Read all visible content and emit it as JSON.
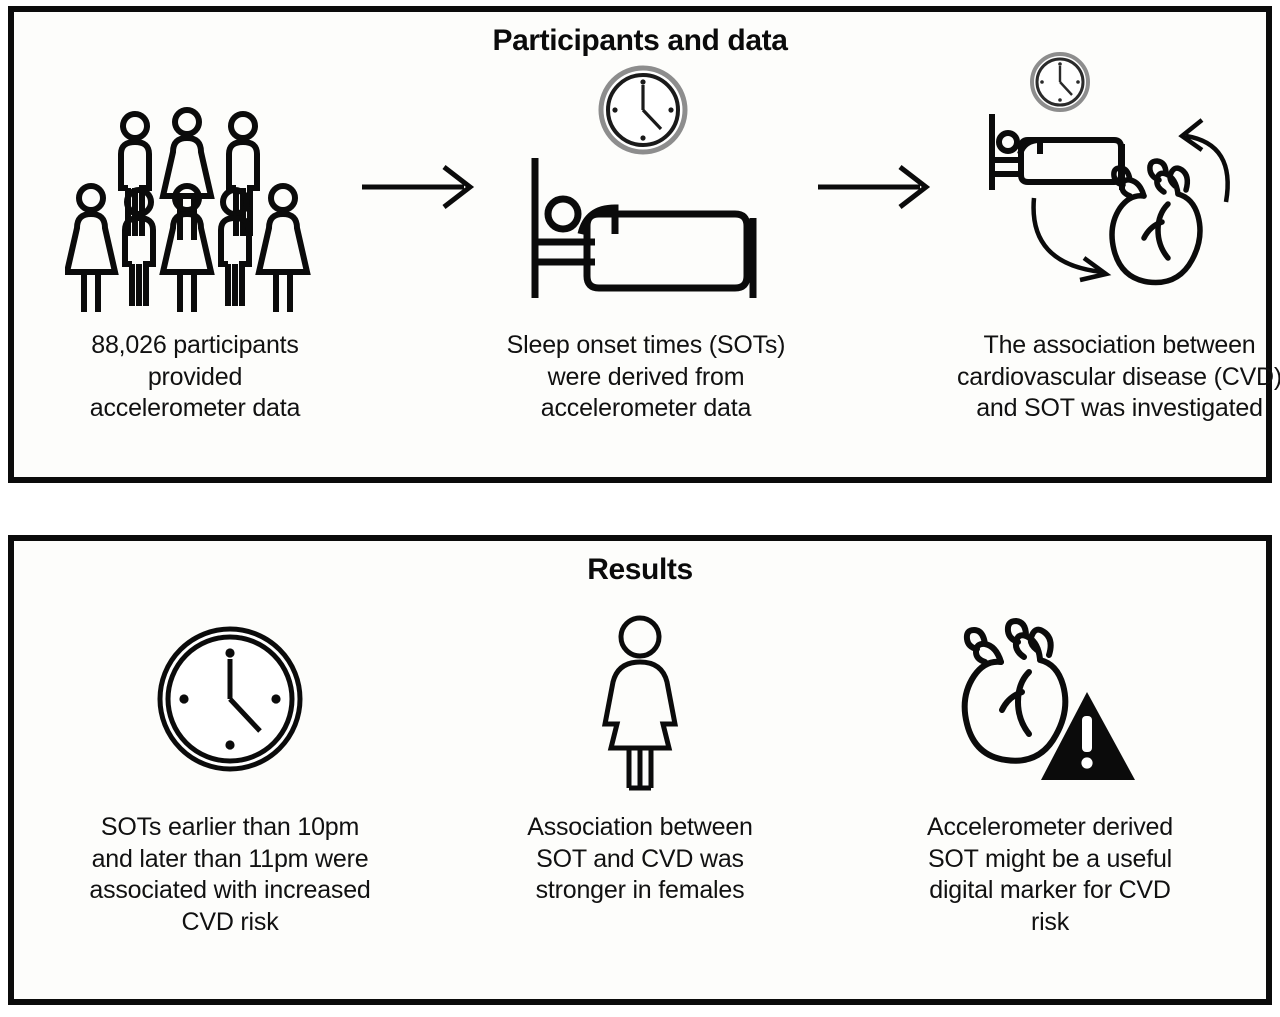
{
  "figure": {
    "type": "graphical-abstract",
    "background_color": "#ffffff",
    "panel_background": "#fdfdfb",
    "border_color": "#0b0b0b",
    "text_color": "#111111"
  },
  "panels": [
    {
      "id": "participants-and-data",
      "title": "Participants and data",
      "columns": [
        {
          "id": "participants",
          "icon": "people-group-icon",
          "caption": "88,026 participants\nprovided\naccelerometer data"
        },
        {
          "id": "sleep-onset",
          "icon": "clock-and-bed-icon",
          "caption": "Sleep onset times (SOTs)\nwere derived from\naccelerometer data"
        },
        {
          "id": "association",
          "icon": "clock-bed-heart-arrows-icon",
          "caption": "The association between\ncardiovascular disease (CVD)\nand SOT was investigated"
        }
      ],
      "connectors": [
        {
          "id": "arrow-1",
          "icon": "arrow-right-icon"
        },
        {
          "id": "arrow-2",
          "icon": "arrow-right-icon"
        }
      ]
    },
    {
      "id": "results",
      "title": "Results",
      "columns": [
        {
          "id": "sot-timing-risk",
          "icon": "clock-icon",
          "caption": "SOTs earlier than 10pm\nand later than 11pm were\nassociated with increased\nCVD risk"
        },
        {
          "id": "female-association",
          "icon": "female-figure-icon",
          "caption": "Association between\nSOT and CVD was\nstronger in females"
        },
        {
          "id": "digital-marker",
          "icon": "heart-warning-icon",
          "caption": "Accelerometer derived\nSOT might be a useful\ndigital marker for CVD\nrisk"
        }
      ]
    }
  ],
  "icons": {
    "people_group": {
      "back_row": [
        "man",
        "woman",
        "man"
      ],
      "front_row": [
        "woman",
        "man",
        "woman",
        "man",
        "woman"
      ]
    },
    "clock": {
      "ring_color": "#8d8d8d",
      "face_color": "#ffffff",
      "hands": "minute at 12, hour toward 4",
      "markers": 4
    },
    "warning_triangle": {
      "fill": "#0b0b0b",
      "glyph": "!"
    }
  }
}
